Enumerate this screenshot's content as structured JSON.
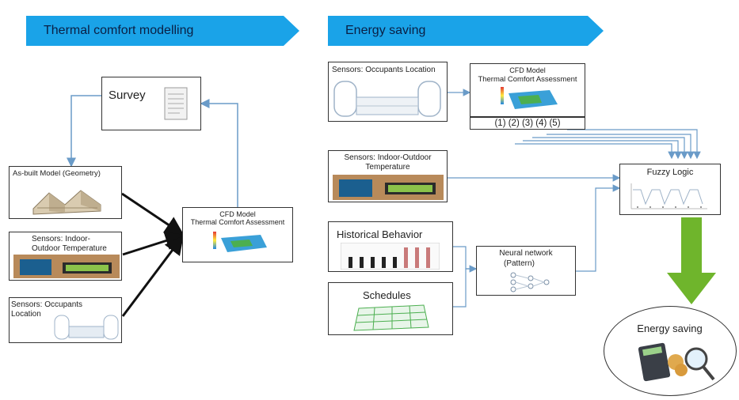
{
  "banners": {
    "thermal": "Thermal comfort modelling",
    "energy": "Energy saving"
  },
  "left": {
    "survey": "Survey",
    "asbuilt": "As-built Model (Geometry)",
    "temp_line1": "Sensors:  Indoor-",
    "temp_line2": "Outdoor Temperature",
    "occ_line1": "Sensors: Occupants",
    "occ_line2": "Location",
    "cfd_line1": "CFD Model",
    "cfd_line2": "Thermal Comfort Assessment"
  },
  "right": {
    "occ_sensors": "Sensors: Occupants Location",
    "cfd_line1": "CFD Model",
    "cfd_line2": "Thermal Comfort Assessment",
    "cfd_scenarios": "(1) (2) (3) (4) (5)",
    "temp_line1": "Sensors:  Indoor-Outdoor",
    "temp_line2": "Temperature",
    "fuzzy": "Fuzzy Logic",
    "historical": "Historical Behavior",
    "schedules": "Schedules",
    "nn_line1": "Neural network",
    "nn_line2": "(Pattern)",
    "energy_saving": "Energy saving"
  },
  "colors": {
    "banner": "#1aa3e8",
    "link_blue": "#6a9bc8",
    "arrow_dark": "#111111",
    "arrow_green": "#6fb52c"
  }
}
